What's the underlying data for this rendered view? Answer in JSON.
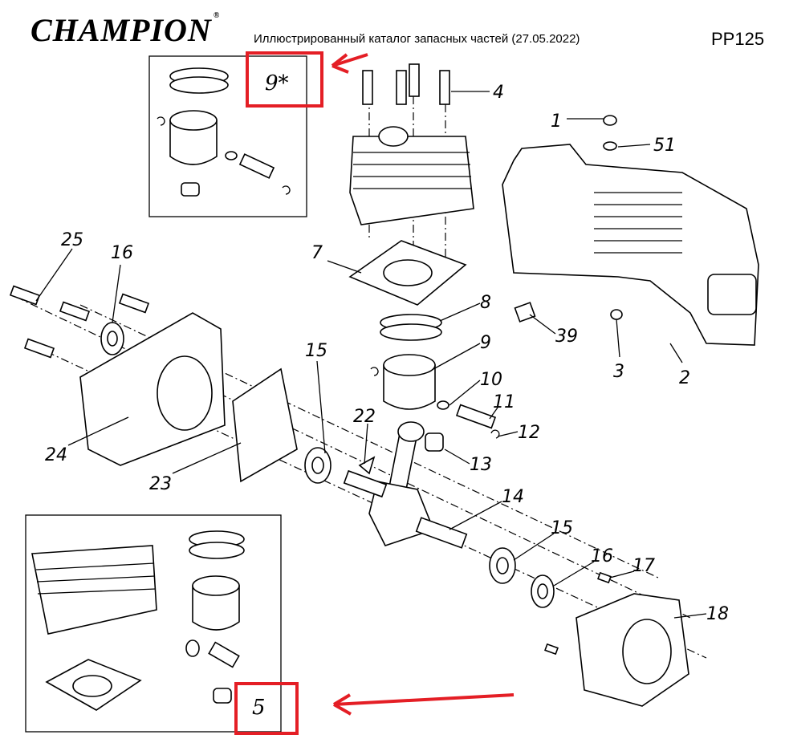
{
  "header": {
    "brand": "CHAMPION",
    "brand_mark": "®",
    "catalog_title": "Иллюстрированный каталог запасных частей (27.05.2022)",
    "model": "PP125"
  },
  "callouts": {
    "top_kit": "9*",
    "bottom_kit": "5"
  },
  "parts": [
    "1",
    "51",
    "4",
    "7",
    "8",
    "9",
    "10",
    "11",
    "12",
    "13",
    "14",
    "15",
    "15",
    "16",
    "16",
    "17",
    "18",
    "2",
    "3",
    "39",
    "22",
    "23",
    "24",
    "25"
  ],
  "colors": {
    "highlight": "#e41e25"
  }
}
